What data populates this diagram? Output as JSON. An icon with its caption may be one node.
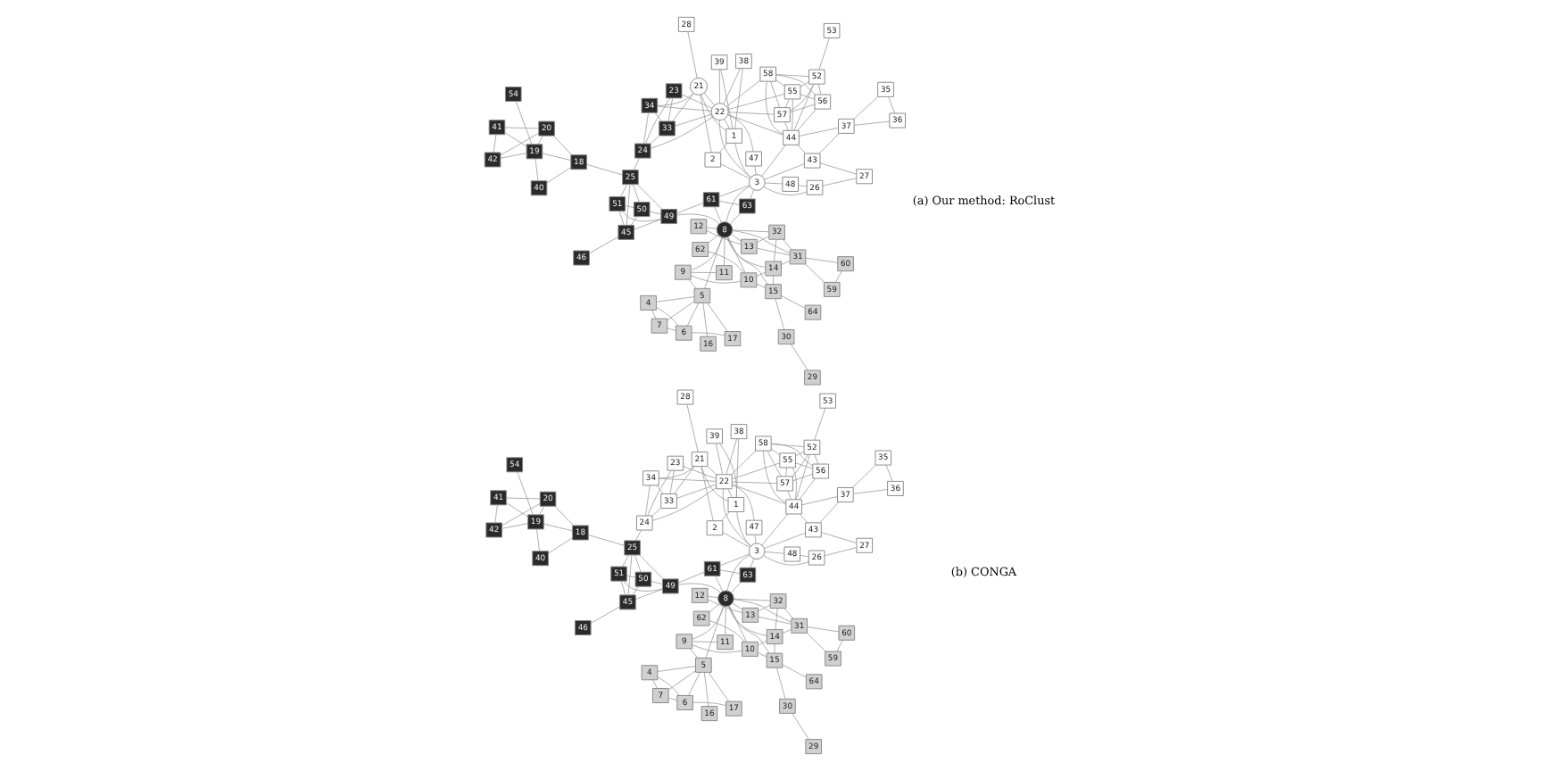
{
  "diagram": {
    "nodes": [
      {
        "text": [
          "1"
        ]
      },
      {
        "text": [
          "2"
        ]
      },
      {
        "text": [
          "3"
        ]
      },
      {
        "text": [
          "4"
        ]
      },
      {
        "text": [
          "5"
        ]
      },
      {
        "text": [
          "6"
        ]
      },
      {
        "text": [
          "7"
        ]
      },
      {
        "text": [
          "8"
        ]
      },
      {
        "text": [
          "9"
        ]
      },
      {
        "text": [
          "10"
        ]
      },
      {
        "text": [
          "11"
        ]
      },
      {
        "text": [
          "12"
        ]
      },
      {
        "text": [
          "13"
        ]
      },
      {
        "text": [
          "14"
        ]
      },
      {
        "text": [
          "15"
        ]
      },
      {
        "text": [
          "16"
        ]
      },
      {
        "text": [
          "17"
        ]
      },
      {
        "text": [
          "18"
        ]
      },
      {
        "text": [
          "19"
        ]
      },
      {
        "text": [
          "20"
        ]
      },
      {
        "text": [
          "21"
        ]
      },
      {
        "text": [
          "22"
        ]
      },
      {
        "text": [
          "23"
        ]
      },
      {
        "text": [
          "24"
        ]
      },
      {
        "text": [
          "25"
        ]
      },
      {
        "text": [
          "26"
        ]
      },
      {
        "text": [
          "27"
        ]
      },
      {
        "text": [
          "28"
        ]
      },
      {
        "text": [
          "29"
        ]
      },
      {
        "text": [
          "30"
        ]
      },
      {
        "text": [
          "31"
        ]
      },
      {
        "text": [
          "32"
        ]
      },
      {
        "text": [
          "33"
        ]
      },
      {
        "text": [
          "34"
        ]
      },
      {
        "text": [
          "35"
        ]
      },
      {
        "text": [
          "36"
        ]
      },
      {
        "text": [
          "37"
        ]
      },
      {
        "text": [
          "38"
        ]
      },
      {
        "text": [
          "39"
        ]
      },
      {
        "text": [
          "40"
        ]
      },
      {
        "text": [
          "41"
        ]
      },
      {
        "text": [
          "42"
        ]
      },
      {
        "text": [
          "43"
        ]
      },
      {
        "text": [
          "44"
        ]
      },
      {
        "text": [
          "45"
        ]
      },
      {
        "text": [
          "46"
        ]
      },
      {
        "text": [
          "47"
        ]
      },
      {
        "text": [
          "48"
        ]
      },
      {
        "text": [
          "49"
        ]
      },
      {
        "text": [
          "50"
        ]
      },
      {
        "text": [
          "51"
        ]
      },
      {
        "text": [
          "52"
        ]
      },
      {
        "text": [
          "53"
        ]
      },
      {
        "text": [
          "54"
        ]
      },
      {
        "text": [
          "55"
        ]
      },
      {
        "text": [
          "56"
        ]
      },
      {
        "text": [
          "57"
        ]
      },
      {
        "text": [
          "58"
        ]
      },
      {
        "text": [
          "59"
        ]
      },
      {
        "text": [
          "60"
        ]
      },
      {
        "text": [
          "61"
        ]
      },
      {
        "text": [
          "62"
        ]
      },
      {
        "text": [
          "63"
        ]
      },
      {
        "text": [
          "64"
        ]
      },
      {
        "text": [
          "1"
        ]
      },
      {
        "text": [
          "2"
        ]
      },
      {
        "text": [
          "3"
        ]
      },
      {
        "text": [
          "4"
        ]
      },
      {
        "text": [
          "5"
        ]
      },
      {
        "text": [
          "6"
        ]
      },
      {
        "text": [
          "7"
        ]
      },
      {
        "text": [
          "8"
        ]
      },
      {
        "text": [
          "9"
        ]
      },
      {
        "text": [
          "10"
        ]
      },
      {
        "text": [
          "11"
        ]
      },
      {
        "text": [
          "12"
        ]
      },
      {
        "text": [
          "13"
        ]
      },
      {
        "text": [
          "14"
        ]
      },
      {
        "text": [
          "15"
        ]
      },
      {
        "text": [
          "16"
        ]
      },
      {
        "text": [
          "17"
        ]
      },
      {
        "text": [
          "18"
        ]
      },
      {
        "text": [
          "19"
        ]
      },
      {
        "text": [
          "20"
        ]
      },
      {
        "text": [
          "21"
        ]
      },
      {
        "text": [
          "22"
        ]
      },
      {
        "text": [
          "23"
        ]
      },
      {
        "text": [
          "24"
        ]
      },
      {
        "text": [
          "25"
        ]
      },
      {
        "text": [
          "26"
        ]
      },
      {
        "text": [
          "27"
        ]
      },
      {
        "text": [
          "28"
        ]
      },
      {
        "text": [
          "29"
        ]
      },
      {
        "text": [
          "30"
        ]
      },
      {
        "text": [
          "31"
        ]
      },
      {
        "text": [
          "32"
        ]
      },
      {
        "text": [
          "33"
        ]
      },
      {
        "text": [
          "34"
        ]
      },
      {
        "text": [
          "35"
        ]
      },
      {
        "text": [
          "36"
        ]
      },
      {
        "text": [
          "37"
        ]
      },
      {
        "text": [
          "38"
        ]
      },
      {
        "text": [
          "39"
        ]
      },
      {
        "text": [
          "40"
        ]
      },
      {
        "text": [
          "41"
        ]
      },
      {
        "text": [
          "42"
        ]
      },
      {
        "text": [
          "43"
        ]
      },
      {
        "text": [
          "44"
        ]
      },
      {
        "text": [
          "45"
        ]
      },
      {
        "text": [
          "46"
        ]
      },
      {
        "text": [
          "47"
        ]
      },
      {
        "text": [
          "48"
        ]
      },
      {
        "text": [
          "49"
        ]
      },
      {
        "text": [
          "50"
        ]
      },
      {
        "text": [
          "51"
        ]
      },
      {
        "text": [
          "52"
        ]
      },
      {
        "text": [
          "53"
        ]
      },
      {
        "text": [
          "54"
        ]
      },
      {
        "text": [
          "55"
        ]
      },
      {
        "text": [
          "56"
        ]
      },
      {
        "text": [
          "57"
        ]
      },
      {
        "text": [
          "58"
        ]
      },
      {
        "text": [
          "59"
        ]
      },
      {
        "text": [
          "60"
        ]
      },
      {
        "text": [
          "61"
        ]
      },
      {
        "text": [
          "62"
        ]
      },
      {
        "text": [
          "63"
        ]
      },
      {
        "text": [
          "64"
        ]
      }
    ],
    "edges": [
      {
        "from": 52,
        "to": 51,
        "arrow": "none"
      },
      {
        "from": 51,
        "to": 55,
        "arrow": "none"
      },
      {
        "from": 51,
        "to": 56,
        "arrow": "none"
      },
      {
        "from": 51,
        "to": 57,
        "arrow": "none"
      },
      {
        "from": 51,
        "to": 54,
        "arrow": "none"
      },
      {
        "from": 51,
        "to": 43,
        "arrow": "none"
      },
      {
        "from": 55,
        "to": 54,
        "arrow": "none"
      },
      {
        "from": 55,
        "to": 56,
        "arrow": "none"
      },
      {
        "from": 55,
        "to": 57,
        "arrow": "none"
      },
      {
        "from": 55,
        "to": 43,
        "arrow": "none"
      },
      {
        "from": 56,
        "to": 54,
        "arrow": "none"
      },
      {
        "from": 56,
        "to": 57,
        "arrow": "none"
      },
      {
        "from": 56,
        "to": 21,
        "arrow": "none"
      },
      {
        "from": 56,
        "to": 43,
        "arrow": "none"
      },
      {
        "from": 57,
        "to": 21,
        "arrow": "none"
      },
      {
        "from": 57,
        "to": 43,
        "arrow": "none"
      },
      {
        "from": 57,
        "to": 54,
        "arrow": "none"
      },
      {
        "from": 54,
        "to": 43,
        "arrow": "none"
      },
      {
        "from": 54,
        "to": 21,
        "arrow": "none"
      },
      {
        "from": 43,
        "to": 36,
        "arrow": "none"
      },
      {
        "from": 43,
        "to": 42,
        "arrow": "none"
      },
      {
        "from": 43,
        "to": 2,
        "arrow": "none"
      },
      {
        "from": 43,
        "to": 21,
        "arrow": "none"
      },
      {
        "from": 35,
        "to": 34,
        "arrow": "none"
      },
      {
        "from": 35,
        "to": 36,
        "arrow": "none"
      },
      {
        "from": 36,
        "to": 34,
        "arrow": "none"
      },
      {
        "from": 36,
        "to": 42,
        "arrow": "none"
      },
      {
        "from": 42,
        "to": 26,
        "arrow": "none"
      },
      {
        "from": 42,
        "to": 2,
        "arrow": "none"
      },
      {
        "from": 25,
        "to": 26,
        "arrow": "none"
      },
      {
        "from": 25,
        "to": 2,
        "arrow": "none"
      },
      {
        "from": 25,
        "to": 47,
        "arrow": "none"
      },
      {
        "from": 47,
        "to": 2,
        "arrow": "none"
      },
      {
        "from": 38,
        "to": 21,
        "arrow": "none"
      },
      {
        "from": 37,
        "to": 21,
        "arrow": "none"
      },
      {
        "from": 38,
        "to": 0,
        "arrow": "none"
      },
      {
        "from": 37,
        "to": 0,
        "arrow": "none"
      },
      {
        "from": 21,
        "to": 46,
        "arrow": "none"
      },
      {
        "from": 21,
        "to": 0,
        "arrow": "none"
      },
      {
        "from": 21,
        "to": 2,
        "arrow": "none"
      },
      {
        "from": 21,
        "to": 20,
        "arrow": "none"
      },
      {
        "from": 21,
        "to": 22,
        "arrow": "none"
      },
      {
        "from": 21,
        "to": 32,
        "arrow": "none"
      },
      {
        "from": 21,
        "to": 33,
        "arrow": "none"
      },
      {
        "from": 21,
        "to": 23,
        "arrow": "none"
      },
      {
        "from": 32,
        "to": 22,
        "arrow": "none"
      },
      {
        "from": 32,
        "to": 33,
        "arrow": "none"
      },
      {
        "from": 32,
        "to": 20,
        "arrow": "none"
      },
      {
        "from": 32,
        "to": 23,
        "arrow": "none"
      },
      {
        "from": 22,
        "to": 23,
        "arrow": "none"
      },
      {
        "from": 33,
        "to": 20,
        "arrow": "none"
      },
      {
        "from": 33,
        "to": 23,
        "arrow": "none"
      },
      {
        "from": 0,
        "to": 2,
        "arrow": "none"
      },
      {
        "from": 0,
        "to": 1,
        "arrow": "none"
      },
      {
        "from": 0,
        "to": 20,
        "arrow": "none"
      },
      {
        "from": 20,
        "to": 1,
        "arrow": "none"
      },
      {
        "from": 20,
        "to": 27,
        "arrow": "none"
      },
      {
        "from": 1,
        "to": 2,
        "arrow": "none"
      },
      {
        "from": 46,
        "to": 2,
        "arrow": "none"
      },
      {
        "from": 2,
        "to": 62,
        "arrow": "none"
      },
      {
        "from": 2,
        "to": 60,
        "arrow": "none"
      },
      {
        "from": 2,
        "to": 7,
        "arrow": "none"
      },
      {
        "from": 23,
        "to": 24,
        "arrow": "none"
      },
      {
        "from": 62,
        "to": 60,
        "arrow": "none"
      },
      {
        "from": 62,
        "to": 7,
        "arrow": "none"
      },
      {
        "from": 60,
        "to": 7,
        "arrow": "none"
      },
      {
        "from": 60,
        "to": 48,
        "arrow": "none"
      },
      {
        "from": 7,
        "to": 48,
        "arrow": "none"
      },
      {
        "from": 7,
        "to": 61,
        "arrow": "none"
      },
      {
        "from": 7,
        "to": 9,
        "arrow": "none"
      },
      {
        "from": 7,
        "to": 10,
        "arrow": "none"
      },
      {
        "from": 7,
        "to": 8,
        "arrow": "none"
      },
      {
        "from": 7,
        "to": 11,
        "arrow": "none"
      },
      {
        "from": 7,
        "to": 12,
        "arrow": "none"
      },
      {
        "from": 7,
        "to": 31,
        "arrow": "none"
      },
      {
        "from": 7,
        "to": 13,
        "arrow": "none"
      },
      {
        "from": 7,
        "to": 14,
        "arrow": "none"
      },
      {
        "from": 7,
        "to": 30,
        "arrow": "none"
      },
      {
        "from": 7,
        "to": 4,
        "arrow": "none"
      },
      {
        "from": 24,
        "to": 50,
        "arrow": "none"
      },
      {
        "from": 24,
        "to": 48,
        "arrow": "none"
      },
      {
        "from": 24,
        "to": 44,
        "arrow": "none"
      },
      {
        "from": 24,
        "to": 49,
        "arrow": "none"
      },
      {
        "from": 24,
        "to": 17,
        "arrow": "none"
      },
      {
        "from": 50,
        "to": 48,
        "arrow": "none"
      },
      {
        "from": 50,
        "to": 44,
        "arrow": "none"
      },
      {
        "from": 50,
        "to": 49,
        "arrow": "none"
      },
      {
        "from": 48,
        "to": 49,
        "arrow": "none"
      },
      {
        "from": 48,
        "to": 44,
        "arrow": "none"
      },
      {
        "from": 44,
        "to": 49,
        "arrow": "none"
      },
      {
        "from": 44,
        "to": 45,
        "arrow": "none"
      },
      {
        "from": 17,
        "to": 39,
        "arrow": "none"
      },
      {
        "from": 17,
        "to": 18,
        "arrow": "none"
      },
      {
        "from": 17,
        "to": 19,
        "arrow": "none"
      },
      {
        "from": 39,
        "to": 18,
        "arrow": "none"
      },
      {
        "from": 53,
        "to": 18,
        "arrow": "none"
      },
      {
        "from": 18,
        "to": 19,
        "arrow": "none"
      },
      {
        "from": 18,
        "to": 41,
        "arrow": "none"
      },
      {
        "from": 18,
        "to": 40,
        "arrow": "none"
      },
      {
        "from": 19,
        "to": 41,
        "arrow": "none"
      },
      {
        "from": 19,
        "to": 40,
        "arrow": "none"
      },
      {
        "from": 41,
        "to": 40,
        "arrow": "none"
      },
      {
        "from": 61,
        "to": 9,
        "arrow": "none"
      },
      {
        "from": 9,
        "to": 8,
        "arrow": "none"
      },
      {
        "from": 9,
        "to": 13,
        "arrow": "none"
      },
      {
        "from": 9,
        "to": 14,
        "arrow": "none"
      },
      {
        "from": 10,
        "to": 8,
        "arrow": "none"
      },
      {
        "from": 8,
        "to": 4,
        "arrow": "none"
      },
      {
        "from": 4,
        "to": 15,
        "arrow": "none"
      },
      {
        "from": 4,
        "to": 16,
        "arrow": "none"
      },
      {
        "from": 4,
        "to": 5,
        "arrow": "none"
      },
      {
        "from": 4,
        "to": 6,
        "arrow": "none"
      },
      {
        "from": 4,
        "to": 3,
        "arrow": "none"
      },
      {
        "from": 16,
        "to": 5,
        "arrow": "none"
      },
      {
        "from": 5,
        "to": 3,
        "arrow": "none"
      },
      {
        "from": 5,
        "to": 6,
        "arrow": "none"
      },
      {
        "from": 6,
        "to": 3,
        "arrow": "none"
      },
      {
        "from": 11,
        "to": 12,
        "arrow": "none"
      },
      {
        "from": 12,
        "to": 31,
        "arrow": "none"
      },
      {
        "from": 12,
        "to": 30,
        "arrow": "none"
      },
      {
        "from": 31,
        "to": 30,
        "arrow": "none"
      },
      {
        "from": 31,
        "to": 13,
        "arrow": "none"
      },
      {
        "from": 13,
        "to": 30,
        "arrow": "none"
      },
      {
        "from": 30,
        "to": 59,
        "arrow": "none"
      },
      {
        "from": 30,
        "to": 58,
        "arrow": "none"
      },
      {
        "from": 58,
        "to": 59,
        "arrow": "none"
      },
      {
        "from": 14,
        "to": 63,
        "arrow": "none"
      },
      {
        "from": 14,
        "to": 29,
        "arrow": "none"
      },
      {
        "from": 29,
        "to": 28,
        "arrow": "none"
      },
      {
        "from": 14,
        "to": 13,
        "arrow": "none"
      },
      {
        "from": 116,
        "to": 115,
        "arrow": "none"
      },
      {
        "from": 115,
        "to": 119,
        "arrow": "none"
      },
      {
        "from": 115,
        "to": 120,
        "arrow": "none"
      },
      {
        "from": 115,
        "to": 121,
        "arrow": "none"
      },
      {
        "from": 115,
        "to": 118,
        "arrow": "none"
      },
      {
        "from": 115,
        "to": 107,
        "arrow": "none"
      },
      {
        "from": 119,
        "to": 118,
        "arrow": "none"
      },
      {
        "from": 119,
        "to": 120,
        "arrow": "none"
      },
      {
        "from": 119,
        "to": 121,
        "arrow": "none"
      },
      {
        "from": 119,
        "to": 107,
        "arrow": "none"
      },
      {
        "from": 120,
        "to": 118,
        "arrow": "none"
      },
      {
        "from": 120,
        "to": 121,
        "arrow": "none"
      },
      {
        "from": 120,
        "to": 85,
        "arrow": "none"
      },
      {
        "from": 120,
        "to": 107,
        "arrow": "none"
      },
      {
        "from": 121,
        "to": 85,
        "arrow": "none"
      },
      {
        "from": 121,
        "to": 107,
        "arrow": "none"
      },
      {
        "from": 121,
        "to": 118,
        "arrow": "none"
      },
      {
        "from": 118,
        "to": 107,
        "arrow": "none"
      },
      {
        "from": 118,
        "to": 85,
        "arrow": "none"
      },
      {
        "from": 107,
        "to": 100,
        "arrow": "none"
      },
      {
        "from": 107,
        "to": 106,
        "arrow": "none"
      },
      {
        "from": 107,
        "to": 66,
        "arrow": "none"
      },
      {
        "from": 107,
        "to": 85,
        "arrow": "none"
      },
      {
        "from": 99,
        "to": 98,
        "arrow": "none"
      },
      {
        "from": 99,
        "to": 100,
        "arrow": "none"
      },
      {
        "from": 100,
        "to": 98,
        "arrow": "none"
      },
      {
        "from": 100,
        "to": 106,
        "arrow": "none"
      },
      {
        "from": 106,
        "to": 90,
        "arrow": "none"
      },
      {
        "from": 106,
        "to": 66,
        "arrow": "none"
      },
      {
        "from": 89,
        "to": 90,
        "arrow": "none"
      },
      {
        "from": 89,
        "to": 66,
        "arrow": "none"
      },
      {
        "from": 89,
        "to": 111,
        "arrow": "none"
      },
      {
        "from": 111,
        "to": 66,
        "arrow": "none"
      },
      {
        "from": 102,
        "to": 85,
        "arrow": "none"
      },
      {
        "from": 101,
        "to": 85,
        "arrow": "none"
      },
      {
        "from": 102,
        "to": 64,
        "arrow": "none"
      },
      {
        "from": 101,
        "to": 64,
        "arrow": "none"
      },
      {
        "from": 85,
        "to": 110,
        "arrow": "none"
      },
      {
        "from": 85,
        "to": 64,
        "arrow": "none"
      },
      {
        "from": 85,
        "to": 66,
        "arrow": "none"
      },
      {
        "from": 85,
        "to": 84,
        "arrow": "none"
      },
      {
        "from": 85,
        "to": 86,
        "arrow": "none"
      },
      {
        "from": 85,
        "to": 96,
        "arrow": "none"
      },
      {
        "from": 85,
        "to": 97,
        "arrow": "none"
      },
      {
        "from": 85,
        "to": 87,
        "arrow": "none"
      },
      {
        "from": 96,
        "to": 86,
        "arrow": "none"
      },
      {
        "from": 96,
        "to": 97,
        "arrow": "none"
      },
      {
        "from": 96,
        "to": 84,
        "arrow": "none"
      },
      {
        "from": 96,
        "to": 87,
        "arrow": "none"
      },
      {
        "from": 86,
        "to": 87,
        "arrow": "none"
      },
      {
        "from": 97,
        "to": 84,
        "arrow": "none"
      },
      {
        "from": 97,
        "to": 87,
        "arrow": "none"
      },
      {
        "from": 64,
        "to": 66,
        "arrow": "none"
      },
      {
        "from": 64,
        "to": 65,
        "arrow": "none"
      },
      {
        "from": 64,
        "to": 84,
        "arrow": "none"
      },
      {
        "from": 84,
        "to": 65,
        "arrow": "none"
      },
      {
        "from": 84,
        "to": 91,
        "arrow": "none"
      },
      {
        "from": 65,
        "to": 66,
        "arrow": "none"
      },
      {
        "from": 110,
        "to": 66,
        "arrow": "none"
      },
      {
        "from": 66,
        "to": 126,
        "arrow": "none"
      },
      {
        "from": 66,
        "to": 124,
        "arrow": "none"
      },
      {
        "from": 66,
        "to": 71,
        "arrow": "none"
      },
      {
        "from": 87,
        "to": 88,
        "arrow": "none"
      },
      {
        "from": 126,
        "to": 124,
        "arrow": "none"
      },
      {
        "from": 126,
        "to": 71,
        "arrow": "none"
      },
      {
        "from": 124,
        "to": 71,
        "arrow": "none"
      },
      {
        "from": 124,
        "to": 112,
        "arrow": "none"
      },
      {
        "from": 71,
        "to": 112,
        "arrow": "none"
      },
      {
        "from": 71,
        "to": 125,
        "arrow": "none"
      },
      {
        "from": 71,
        "to": 73,
        "arrow": "none"
      },
      {
        "from": 71,
        "to": 74,
        "arrow": "none"
      },
      {
        "from": 71,
        "to": 72,
        "arrow": "none"
      },
      {
        "from": 71,
        "to": 75,
        "arrow": "none"
      },
      {
        "from": 71,
        "to": 76,
        "arrow": "none"
      },
      {
        "from": 71,
        "to": 95,
        "arrow": "none"
      },
      {
        "from": 71,
        "to": 77,
        "arrow": "none"
      },
      {
        "from": 71,
        "to": 78,
        "arrow": "none"
      },
      {
        "from": 71,
        "to": 94,
        "arrow": "none"
      },
      {
        "from": 71,
        "to": 68,
        "arrow": "none"
      },
      {
        "from": 88,
        "to": 114,
        "arrow": "none"
      },
      {
        "from": 88,
        "to": 112,
        "arrow": "none"
      },
      {
        "from": 88,
        "to": 108,
        "arrow": "none"
      },
      {
        "from": 88,
        "to": 113,
        "arrow": "none"
      },
      {
        "from": 88,
        "to": 81,
        "arrow": "none"
      },
      {
        "from": 114,
        "to": 112,
        "arrow": "none"
      },
      {
        "from": 114,
        "to": 108,
        "arrow": "none"
      },
      {
        "from": 114,
        "to": 113,
        "arrow": "none"
      },
      {
        "from": 112,
        "to": 113,
        "arrow": "none"
      },
      {
        "from": 112,
        "to": 108,
        "arrow": "none"
      },
      {
        "from": 108,
        "to": 113,
        "arrow": "none"
      },
      {
        "from": 108,
        "to": 109,
        "arrow": "none"
      },
      {
        "from": 81,
        "to": 103,
        "arrow": "none"
      },
      {
        "from": 81,
        "to": 82,
        "arrow": "none"
      },
      {
        "from": 81,
        "to": 83,
        "arrow": "none"
      },
      {
        "from": 103,
        "to": 82,
        "arrow": "none"
      },
      {
        "from": 117,
        "to": 82,
        "arrow": "none"
      },
      {
        "from": 82,
        "to": 83,
        "arrow": "none"
      },
      {
        "from": 82,
        "to": 105,
        "arrow": "none"
      },
      {
        "from": 82,
        "to": 104,
        "arrow": "none"
      },
      {
        "from": 83,
        "to": 105,
        "arrow": "none"
      },
      {
        "from": 83,
        "to": 104,
        "arrow": "none"
      },
      {
        "from": 105,
        "to": 104,
        "arrow": "none"
      },
      {
        "from": 125,
        "to": 73,
        "arrow": "none"
      },
      {
        "from": 73,
        "to": 72,
        "arrow": "none"
      },
      {
        "from": 73,
        "to": 77,
        "arrow": "none"
      },
      {
        "from": 73,
        "to": 78,
        "arrow": "none"
      },
      {
        "from": 74,
        "to": 72,
        "arrow": "none"
      },
      {
        "from": 72,
        "to": 68,
        "arrow": "none"
      },
      {
        "from": 68,
        "to": 79,
        "arrow": "none"
      },
      {
        "from": 68,
        "to": 80,
        "arrow": "none"
      },
      {
        "from": 68,
        "to": 69,
        "arrow": "none"
      },
      {
        "from": 68,
        "to": 70,
        "arrow": "none"
      },
      {
        "from": 68,
        "to": 67,
        "arrow": "none"
      },
      {
        "from": 80,
        "to": 69,
        "arrow": "none"
      },
      {
        "from": 69,
        "to": 67,
        "arrow": "none"
      },
      {
        "from": 69,
        "to": 70,
        "arrow": "none"
      },
      {
        "from": 70,
        "to": 67,
        "arrow": "none"
      },
      {
        "from": 75,
        "to": 76,
        "arrow": "none"
      },
      {
        "from": 76,
        "to": 95,
        "arrow": "none"
      },
      {
        "from": 76,
        "to": 94,
        "arrow": "none"
      },
      {
        "from": 95,
        "to": 94,
        "arrow": "none"
      },
      {
        "from": 95,
        "to": 77,
        "arrow": "none"
      },
      {
        "from": 77,
        "to": 94,
        "arrow": "none"
      },
      {
        "from": 94,
        "to": 123,
        "arrow": "none"
      },
      {
        "from": 94,
        "to": 122,
        "arrow": "none"
      },
      {
        "from": 122,
        "to": 123,
        "arrow": "none"
      },
      {
        "from": 78,
        "to": 127,
        "arrow": "none"
      },
      {
        "from": 78,
        "to": 93,
        "arrow": "none"
      },
      {
        "from": 93,
        "to": 92,
        "arrow": "none"
      },
      {
        "from": 78,
        "to": 77,
        "arrow": "none"
      }
    ],
    "labels": [
      "(a) Our method: RoClust",
      "(b) CONGA"
    ]
  }
}
